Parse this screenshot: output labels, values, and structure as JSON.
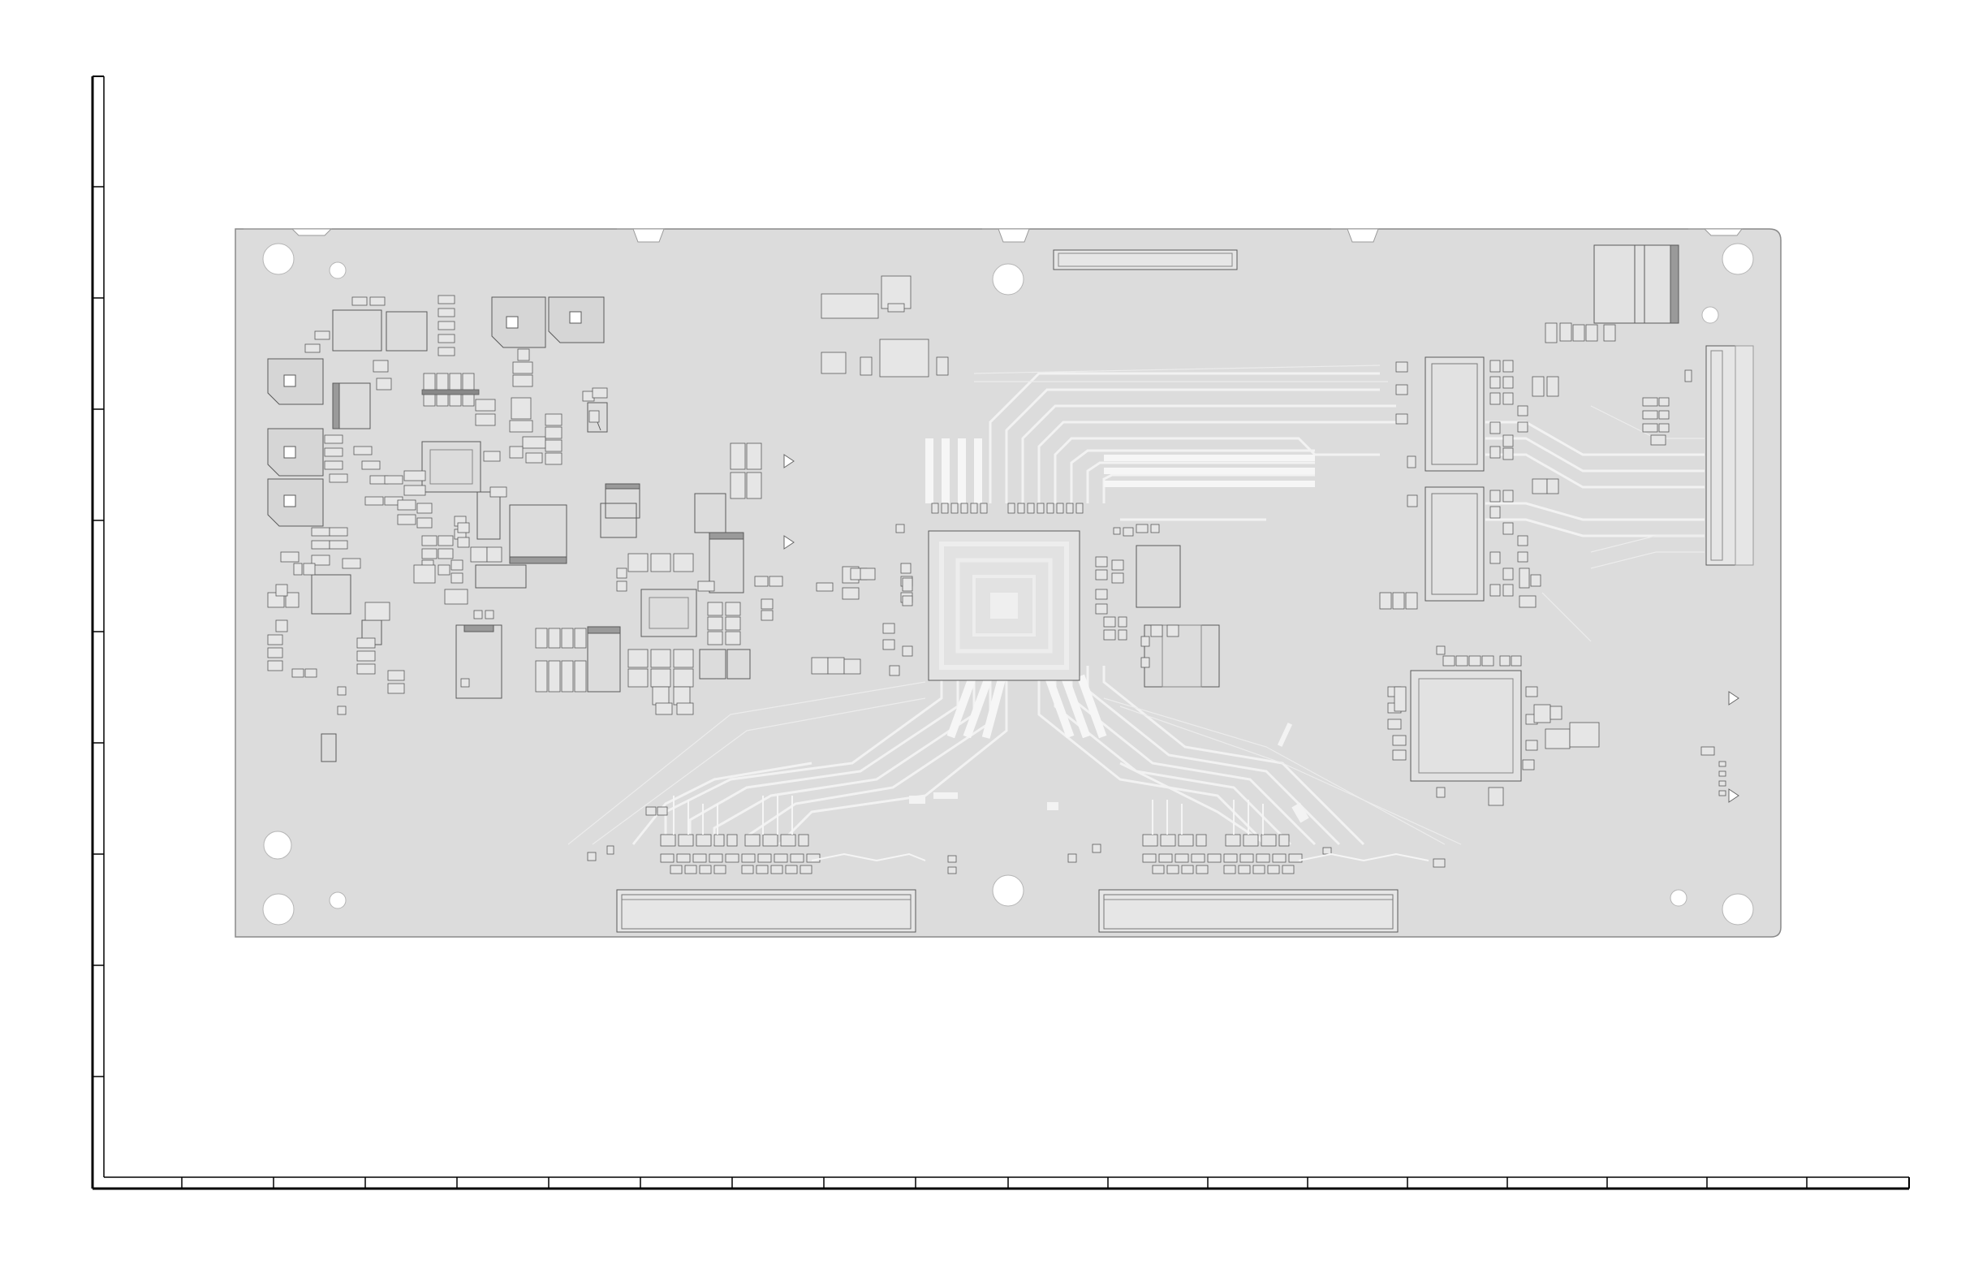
{
  "document": {
    "kind": "pcb-layout-drawing",
    "board_color": "#dcdcdc",
    "trace_color": "#f4f4f4",
    "outline_color": "#9a9a9a",
    "component_outline_color": "#5a5a5a",
    "frame_color": "#000000"
  },
  "frame": {
    "vertical_ruler_ticks": 10,
    "horizontal_ruler_ticks": 19
  },
  "board": {
    "mounting_holes": 9,
    "major_ics": [
      "main-asic-bga",
      "power-controller-qfp",
      "pmic-qfn"
    ],
    "connectors": [
      "lvds-input-connector",
      "source-driver-connector-left",
      "source-driver-connector-right",
      "top-fpc-connector"
    ]
  }
}
